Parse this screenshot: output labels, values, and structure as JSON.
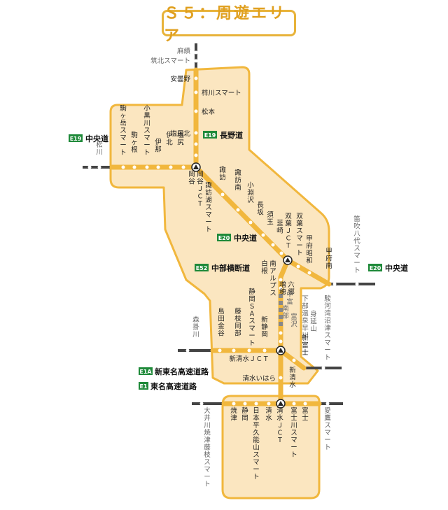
{
  "title": "Ｓ５：周遊エリア",
  "colors": {
    "route": "#f1b73d",
    "area_fill": "#fbe6c0",
    "area_stroke": "#f1b73d",
    "outside": "#444444",
    "badge": "#1f8a3a"
  },
  "roads": {
    "e19_chuo": {
      "badge": "E19",
      "name": "中央道"
    },
    "e19_nagano": {
      "badge": "E19",
      "name": "長野道"
    },
    "e20_chuo_mid": {
      "badge": "E20",
      "name": "中央道"
    },
    "e20_chuo_right": {
      "badge": "E20",
      "name": "中央道"
    },
    "e52": {
      "badge": "E52",
      "name": "中部横断道"
    },
    "e1a": {
      "badge": "E1A",
      "name": "新東名高速道路"
    },
    "e1": {
      "badge": "E1",
      "name": "東名高速道路"
    }
  },
  "stations": {
    "asai_top": "麻績",
    "chikuhoku": "筑北スマート",
    "azumino": "安曇野",
    "azusagawa": "梓川スマート",
    "matsumoto": "松本",
    "shiojiri_hokuto": "塩尻北",
    "shiojiri": "塩尻",
    "okaya": "岡谷",
    "okaya_jct": "岡谷ＪＣＴ",
    "suwako": "諏訪湖スマート",
    "suwa": "諏訪",
    "suwa_minami": "諏訪南",
    "kobuchizawa": "小淵沢",
    "nagasaka": "長坂",
    "sudama": "須玉",
    "nirasaki": "韮崎",
    "futaba": "双葉ＪＣＴ",
    "futaba_smart": "双葉スマート",
    "kofu_showa": "甲府昭和",
    "kofu_minami": "甲府南",
    "fuefuki": "笛吹八代スマート",
    "matsukawa": "松川",
    "komagatake": "駒ヶ岳スマート",
    "komagane": "駒ヶ根",
    "kobayashi": "小黒川スマート",
    "ina": "伊那",
    "inakita": "伊北",
    "shirane": "白根",
    "minami_alps": "南アルプス",
    "masuho": "増穂",
    "rokugo": "六郷",
    "nakatomi": "中富",
    "shimobe": "下部温泉早川",
    "minobu": "身延山",
    "nanbu": "南部",
    "tomizawa": "富沢",
    "suruga": "駿河湾沼津スマート",
    "shizuoka_sa": "静岡ＳＡスマート",
    "fujieda_oka": "藤枝岡部",
    "shimada": "島田金谷",
    "shin_shizuoka": "新静岡",
    "mori": "森掛川",
    "shin_shimizu_jct": "新清水ＪＣＴ",
    "shin_fuji": "新富士",
    "shin_shimizu": "新清水",
    "shimizu_ihara": "清水いはら",
    "yaizu": "焼津",
    "shizuoka": "静岡",
    "nihondaira": "日本平久能山スマート",
    "shimizu": "清水",
    "shimizu_jct": "清水ＪＣＴ",
    "fujikawa": "富士川スマート",
    "fuji": "富士",
    "oigawa": "大井川焼津藤枝スマート",
    "aitaka": "愛鷹スマート"
  }
}
